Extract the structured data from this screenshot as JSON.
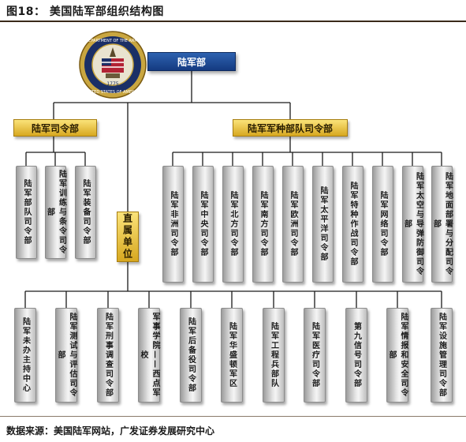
{
  "header": {
    "title": "图18：  美国陆军部组织结构图"
  },
  "root": {
    "label": "陆军部"
  },
  "emblem": {
    "text": "DEPARTMENT OF THE ARMY · UNITED STATES OF AMERICA · 1775"
  },
  "army_commands": {
    "label": "陆军司令部",
    "items": [
      "陆军部队司令部",
      "陆军训练与条令司令部",
      "陆军装备司令部"
    ]
  },
  "direct_reporting": {
    "label": "直属单位",
    "items": [
      "陆军未办主持中心",
      "陆军测试与评估司令部",
      "陆军刑事调查司令部",
      "军事学院——西点军校",
      "陆军后备役司令部",
      "陆军华盛顿军区",
      "陆军工程兵部队",
      "陆军医疗司令部",
      "第九信号司令部",
      "陆军情报和安全司令部",
      "陆军设施管理司令部"
    ]
  },
  "service_components": {
    "label": "陆军军种部队司令部",
    "items": [
      "陆军非洲司令部",
      "陆军中央司令部",
      "陆军北方司令部",
      "陆军南方司令部",
      "陆军欧洲司令部",
      "陆军太平洋司令部",
      "陆军特种作战司令部",
      "陆军网络司令部",
      "陆军太空与导弹防御司令部",
      "陆军地面部署与分配司令部"
    ]
  },
  "footer": {
    "source": "数据来源：美国陆军网站，广发证券发展研究中心"
  }
}
